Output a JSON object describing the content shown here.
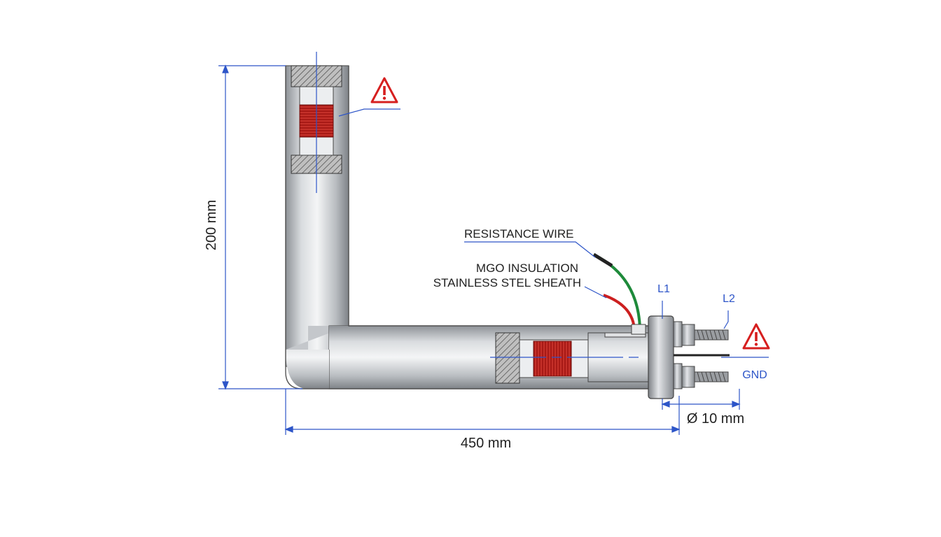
{
  "labels": {
    "resistance_wire": "RESISTANCE WIRE",
    "mgo_insulation": "MGO INSULATION",
    "sheath": "STAINLESS STEL SHEATH",
    "l1": "L1",
    "l2": "L2",
    "gnd": "GND"
  },
  "dimensions": {
    "height": "200 mm",
    "length": "450 mm",
    "diameter": "Ø 10 mm"
  },
  "icons": {
    "warning_top": "warning-triangle-icon",
    "warning_right": "warning-triangle-icon"
  },
  "colors": {
    "dimension_line": "#2d55c8",
    "leader_line": "#2d55c8",
    "coil": "#c0221c",
    "warning": "#d61f1f",
    "wire_red": "#cc1f1f",
    "wire_green": "#1e8a3a",
    "wire_black": "#222222",
    "sheath_steel": "#c9ccd0"
  }
}
